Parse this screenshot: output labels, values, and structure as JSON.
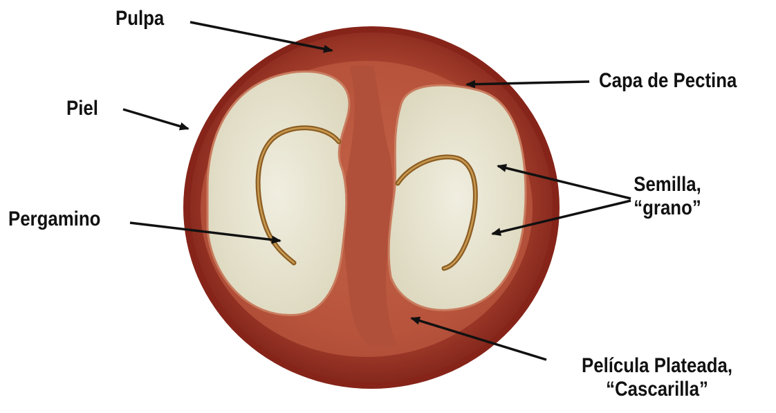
{
  "labels": {
    "pulpa": "Pulpa",
    "capa_pectina": "Capa de Pectina",
    "piel": "Piel",
    "semilla_line1": "Semilla,",
    "semilla_line2": "“grano”",
    "pergamino": "Pergamino",
    "pelicula_line1": "Película Plateada,",
    "pelicula_line2": "“Cascarilla”"
  },
  "colors": {
    "skin": "#8e2a1f",
    "pulp": "#a8412e",
    "pectin_layer": "#c8614a",
    "seed": "#e9e6d4",
    "parchment": "#9a6a2a",
    "arrow": "#111111"
  }
}
